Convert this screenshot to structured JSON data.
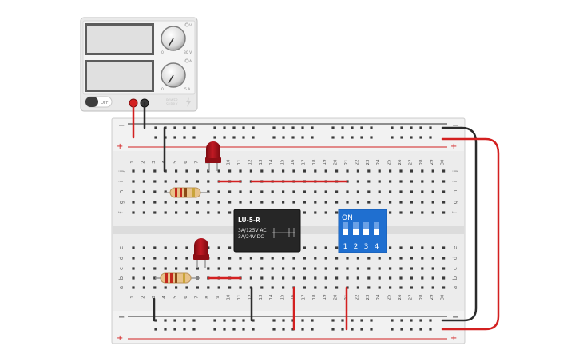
{
  "power_supply": {
    "label": "POWER\nSUPPLY",
    "off_label": "OFF",
    "voltage_knob": {
      "unit_label": "V",
      "min_label": "0",
      "max_label": "30 V"
    },
    "current_knob": {
      "unit_label": "A",
      "min_label": "0",
      "max_label": "5 A"
    }
  },
  "breadboard": {
    "rail_minus": "−",
    "rail_plus": "+",
    "columns": [
      "1",
      "2",
      "3",
      "4",
      "5",
      "6",
      "7",
      "8",
      "9",
      "10",
      "11",
      "12",
      "13",
      "14",
      "15",
      "16",
      "17",
      "18",
      "19",
      "20",
      "21",
      "22",
      "23",
      "24",
      "25",
      "26",
      "27",
      "28",
      "29",
      "30"
    ],
    "rows_top": [
      "j",
      "i",
      "h",
      "g",
      "f"
    ],
    "rows_bottom": [
      "e",
      "d",
      "c",
      "b",
      "a"
    ]
  },
  "relay": {
    "model": "LU-5-R",
    "rating_ac": "3A/125V AC",
    "rating_dc": "3A/24V  DC"
  },
  "dip_switch": {
    "on_label": "ON",
    "switch_numbers": [
      "1",
      "2",
      "3",
      "4"
    ]
  },
  "colors": {
    "wire_red": "#d32020",
    "wire_black": "#2b2b2b",
    "led_red": "#a8111a",
    "dip_blue": "#1f6fd0",
    "board": "#ececec"
  }
}
